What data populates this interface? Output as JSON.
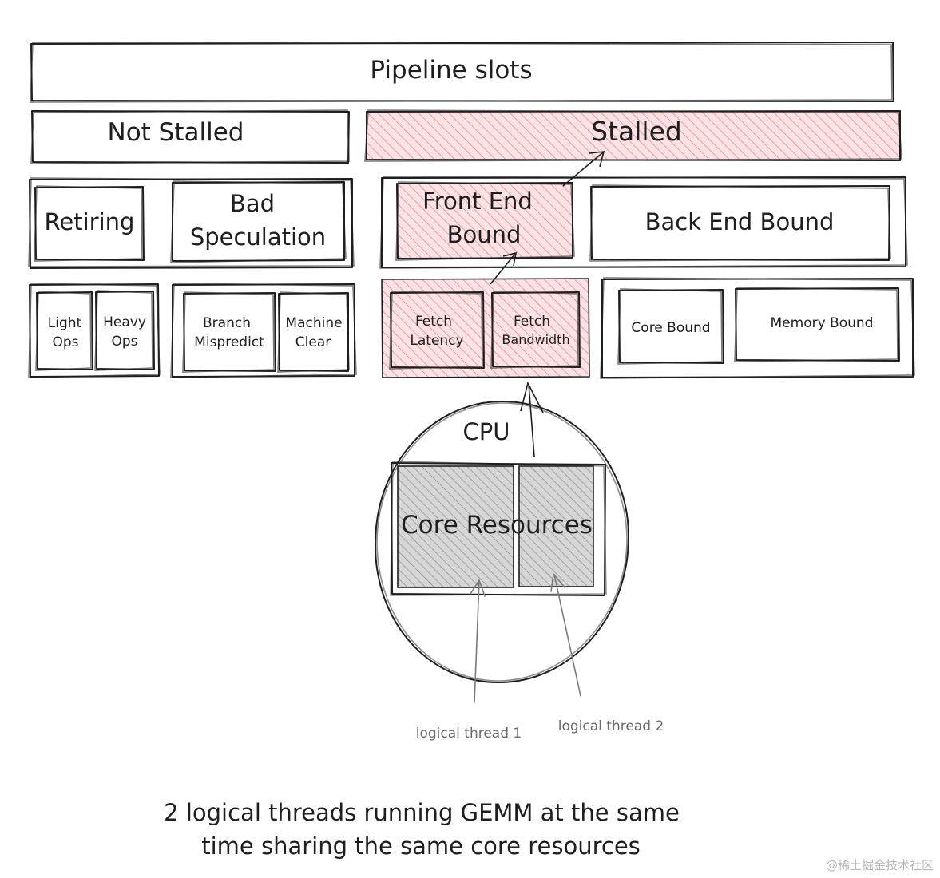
{
  "diagram": {
    "pipeline_slots": "Pipeline slots",
    "not_stalled": "Not Stalled",
    "stalled": "Stalled",
    "retiring": "Retiring",
    "bad_speculation": [
      "Bad",
      "Speculation"
    ],
    "front_end_bound": [
      "Front End",
      "Bound"
    ],
    "back_end_bound": "Back End Bound",
    "light_ops": [
      "Light",
      "Ops"
    ],
    "heavy_ops": [
      "Heavy",
      "Ops"
    ],
    "branch_mispredict": [
      "Branch",
      "Mispredict"
    ],
    "machine_clear": [
      "Machine",
      "Clear"
    ],
    "fetch_latency": [
      "Fetch",
      "Latency"
    ],
    "fetch_bandwidth": [
      "Fetch",
      "Bandwidth"
    ],
    "core_bound": "Core Bound",
    "memory_bound": "Memory Bound",
    "cpu": "CPU",
    "core_resources": "Core Resources",
    "logical_thread_1": "logical thread 1",
    "logical_thread_2": "logical thread 2",
    "caption": [
      "2 logical threads running GEMM at the same",
      "time sharing the same core resources"
    ]
  },
  "colors": {
    "stroke": "#1e1e1e",
    "stalled_hatch": "#e8888f",
    "stalled_fill": "#fbe3e5",
    "core_hatch": "#8c8c8c",
    "core_fill": "#d6d6d6",
    "thread_arrow": "#7a7a7a"
  },
  "watermark": "@稀土掘金技术社区"
}
